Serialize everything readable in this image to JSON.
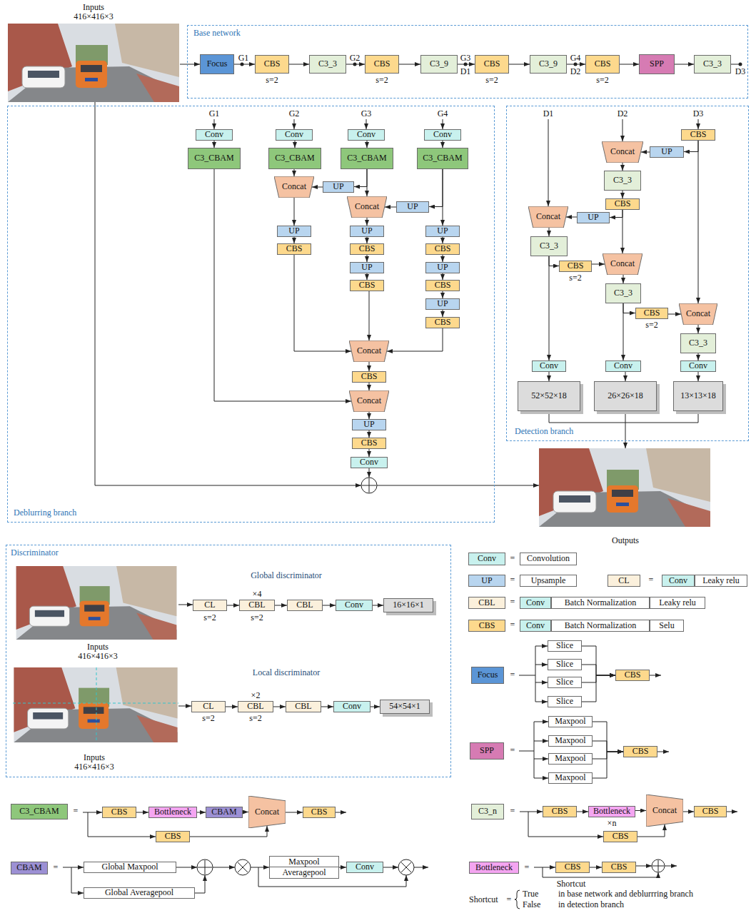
{
  "diagram": {
    "nodes": [
      {
        "text": [
          "Base network"
        ]
      },
      {
        "text": [
          "Focus"
        ],
        "in": 0
      },
      {
        "text": [
          "CBS"
        ],
        "in": 0
      },
      {
        "text": [
          "C3_3"
        ],
        "in": 0
      },
      {
        "text": [
          "CBS"
        ],
        "in": 0
      },
      {
        "text": [
          "C3_9"
        ],
        "in": 0
      },
      {
        "text": [
          "CBS"
        ],
        "in": 0
      },
      {
        "text": [
          "C3_9"
        ],
        "in": 0
      },
      {
        "text": [
          "CBS"
        ],
        "in": 0
      },
      {
        "text": [
          "SPP"
        ],
        "in": 0
      },
      {
        "text": [
          "C3_3"
        ],
        "in": 0
      },
      {
        "text": [
          "Deblurring branch"
        ]
      },
      {
        "text": [
          "Conv"
        ],
        "in": 11
      },
      {
        "text": [
          "C3_CBAM"
        ],
        "in": 11
      },
      {
        "text": [
          "Conv"
        ],
        "in": 11
      },
      {
        "text": [
          "C3_CBAM"
        ],
        "in": 11
      },
      {
        "text": [
          "Conv"
        ],
        "in": 11
      },
      {
        "text": [
          "C3_CBAM"
        ],
        "in": 11
      },
      {
        "text": [
          "Conv"
        ],
        "in": 11
      },
      {
        "text": [
          "C3_CBAM"
        ],
        "in": 11
      },
      {
        "text": [
          "Concat"
        ],
        "in": 11
      },
      {
        "text": [
          "UP"
        ],
        "in": 11
      },
      {
        "text": [
          "Concat"
        ],
        "in": 11
      },
      {
        "text": [
          "UP"
        ],
        "in": 11
      },
      {
        "text": [
          "UP"
        ],
        "in": 11
      },
      {
        "text": [
          "CBS"
        ],
        "in": 11
      },
      {
        "text": [
          "UP"
        ],
        "in": 11
      },
      {
        "text": [
          "CBS"
        ],
        "in": 11
      },
      {
        "text": [
          "UP"
        ],
        "in": 11
      },
      {
        "text": [
          "CBS"
        ],
        "in": 11
      },
      {
        "text": [
          "UP"
        ],
        "in": 11
      },
      {
        "text": [
          "CBS"
        ],
        "in": 11
      },
      {
        "text": [
          "UP"
        ],
        "in": 11
      },
      {
        "text": [
          "CBS"
        ],
        "in": 11
      },
      {
        "text": [
          "UP"
        ],
        "in": 11
      },
      {
        "text": [
          "CBS"
        ],
        "in": 11
      },
      {
        "text": [
          "Concat"
        ],
        "in": 11
      },
      {
        "text": [
          "CBS"
        ],
        "in": 11
      },
      {
        "text": [
          "Concat"
        ],
        "in": 11
      },
      {
        "text": [
          "UP"
        ],
        "in": 11
      },
      {
        "text": [
          "CBS"
        ],
        "in": 11
      },
      {
        "text": [
          "Conv"
        ],
        "in": 11
      },
      {
        "text": [
          "Detection branch"
        ]
      },
      {
        "text": [
          "CBS"
        ],
        "in": 42
      },
      {
        "text": [
          "Concat"
        ],
        "in": 42
      },
      {
        "text": [
          "UP"
        ],
        "in": 42
      },
      {
        "text": [
          "C3_3"
        ],
        "in": 42
      },
      {
        "text": [
          "CBS"
        ],
        "in": 42
      },
      {
        "text": [
          "UP"
        ],
        "in": 42
      },
      {
        "text": [
          "Concat"
        ],
        "in": 42
      },
      {
        "text": [
          "C3_3"
        ],
        "in": 42
      },
      {
        "text": [
          "CBS"
        ],
        "in": 42
      },
      {
        "text": [
          "Concat"
        ],
        "in": 42
      },
      {
        "text": [
          "C3_3"
        ],
        "in": 42
      },
      {
        "text": [
          "CBS"
        ],
        "in": 42
      },
      {
        "text": [
          "Concat"
        ],
        "in": 42
      },
      {
        "text": [
          "C3_3"
        ],
        "in": 42
      },
      {
        "text": [
          "Conv"
        ],
        "in": 42
      },
      {
        "text": [
          "Conv"
        ],
        "in": 42
      },
      {
        "text": [
          "Conv"
        ],
        "in": 42
      },
      {
        "text": [
          "52×52×18"
        ],
        "in": 42
      },
      {
        "text": [
          "26×26×18"
        ],
        "in": 42
      },
      {
        "text": [
          "13×13×18"
        ],
        "in": 42
      },
      {
        "text": [
          "Discriminator"
        ]
      },
      {
        "text": [
          "CL"
        ],
        "in": 63
      },
      {
        "text": [
          "CBL"
        ],
        "in": 63
      },
      {
        "text": [
          "CBL"
        ],
        "in": 63
      },
      {
        "text": [
          "Conv"
        ],
        "in": 63
      },
      {
        "text": [
          "16×16×1"
        ],
        "in": 63
      },
      {
        "text": [
          "CL"
        ],
        "in": 63
      },
      {
        "text": [
          "CBL"
        ],
        "in": 63
      },
      {
        "text": [
          "CBL"
        ],
        "in": 63
      },
      {
        "text": [
          "Conv"
        ],
        "in": 63
      },
      {
        "text": [
          "54×54×1"
        ],
        "in": 63
      },
      {
        "text": [
          "Conv"
        ]
      },
      {
        "text": [
          "Convolution"
        ]
      },
      {
        "text": [
          "UP"
        ]
      },
      {
        "text": [
          "Upsample"
        ]
      },
      {
        "text": [
          "CL"
        ]
      },
      {
        "text": [
          "Conv"
        ]
      },
      {
        "text": [
          "Leaky relu"
        ]
      },
      {
        "text": [
          "CBL"
        ]
      },
      {
        "text": [
          "Conv"
        ]
      },
      {
        "text": [
          "Batch Normalization"
        ]
      },
      {
        "text": [
          "Leaky relu"
        ]
      },
      {
        "text": [
          "CBS"
        ]
      },
      {
        "text": [
          "Conv"
        ]
      },
      {
        "text": [
          "Batch Normalization"
        ]
      },
      {
        "text": [
          "Selu"
        ]
      },
      {
        "text": [
          "Focus"
        ]
      },
      {
        "text": [
          "Slice"
        ]
      },
      {
        "text": [
          "Slice"
        ]
      },
      {
        "text": [
          "Slice"
        ]
      },
      {
        "text": [
          "Slice"
        ]
      },
      {
        "text": [
          "CBS"
        ]
      },
      {
        "text": [
          "SPP"
        ]
      },
      {
        "text": [
          "Maxpool"
        ]
      },
      {
        "text": [
          "Maxpool"
        ]
      },
      {
        "text": [
          "Maxpool"
        ]
      },
      {
        "text": [
          "Maxpool"
        ]
      },
      {
        "text": [
          "CBS"
        ]
      },
      {
        "text": [
          "C3_CBAM"
        ]
      },
      {
        "text": [
          "CBS"
        ]
      },
      {
        "text": [
          "Bottleneck"
        ]
      },
      {
        "text": [
          "CBAM"
        ]
      },
      {
        "text": [
          "Concat"
        ]
      },
      {
        "text": [
          "CBS"
        ]
      },
      {
        "text": [
          "CBS"
        ]
      },
      {
        "text": [
          "C3_n"
        ]
      },
      {
        "text": [
          "CBS"
        ]
      },
      {
        "text": [
          "Bottleneck"
        ]
      },
      {
        "text": [
          "Concat"
        ]
      },
      {
        "text": [
          "CBS"
        ]
      },
      {
        "text": [
          "CBS"
        ]
      },
      {
        "text": [
          "CBAM"
        ]
      },
      {
        "text": [
          "Global Maxpool"
        ]
      },
      {
        "text": [
          "Global Averagepool"
        ]
      },
      {
        "text": [
          "Maxpool",
          "Averagepool"
        ]
      },
      {
        "text": [
          "Conv"
        ]
      },
      {
        "text": [
          "Bottleneck"
        ]
      },
      {
        "text": [
          "CBS"
        ]
      },
      {
        "text": [
          "CBS"
        ]
      }
    ],
    "edges": [
      {
        "from": 1,
        "to": 2,
        "arrow": "to"
      },
      {
        "from": 2,
        "to": 3,
        "arrow": "to"
      },
      {
        "from": 3,
        "to": 4,
        "arrow": "to"
      },
      {
        "from": 4,
        "to": 5,
        "arrow": "to"
      },
      {
        "from": 5,
        "to": 6,
        "arrow": "to"
      },
      {
        "from": 6,
        "to": 7,
        "arrow": "to"
      },
      {
        "from": 7,
        "to": 8,
        "arrow": "to"
      },
      {
        "from": 8,
        "to": 9,
        "arrow": "to"
      },
      {
        "from": 9,
        "to": 10,
        "arrow": "to"
      },
      {
        "from": 12,
        "to": 13,
        "arrow": "to"
      },
      {
        "from": 14,
        "to": 15,
        "arrow": "to"
      },
      {
        "from": 16,
        "to": 17,
        "arrow": "to"
      },
      {
        "from": 18,
        "to": 19,
        "arrow": "to"
      },
      {
        "from": 15,
        "to": 20,
        "arrow": "to"
      },
      {
        "from": 17,
        "to": 21,
        "arrow": "to"
      },
      {
        "from": 17,
        "to": 22,
        "arrow": "to"
      },
      {
        "from": 21,
        "to": 20,
        "arrow": "to"
      },
      {
        "from": 19,
        "to": 23,
        "arrow": "to"
      },
      {
        "from": 19,
        "to": 30,
        "arrow": "to"
      },
      {
        "from": 23,
        "to": 22,
        "arrow": "to"
      },
      {
        "from": 20,
        "to": 24,
        "arrow": "to"
      },
      {
        "from": 24,
        "to": 25,
        "arrow": "to"
      },
      {
        "from": 25,
        "to": 36,
        "arrow": "to"
      },
      {
        "from": 22,
        "to": 26,
        "arrow": "to"
      },
      {
        "from": 26,
        "to": 27,
        "arrow": "to"
      },
      {
        "from": 27,
        "to": 28,
        "arrow": "to"
      },
      {
        "from": 28,
        "to": 29,
        "arrow": "to"
      },
      {
        "from": 29,
        "to": 36,
        "arrow": "to"
      },
      {
        "from": 30,
        "to": 31,
        "arrow": "to"
      },
      {
        "from": 31,
        "to": 32,
        "arrow": "to"
      },
      {
        "from": 32,
        "to": 33,
        "arrow": "to"
      },
      {
        "from": 33,
        "to": 34,
        "arrow": "to"
      },
      {
        "from": 34,
        "to": 35,
        "arrow": "to"
      },
      {
        "from": 35,
        "to": 36,
        "arrow": "to"
      },
      {
        "from": 36,
        "to": 37,
        "arrow": "to"
      },
      {
        "from": 37,
        "to": 38,
        "arrow": "to"
      },
      {
        "from": 13,
        "to": 38,
        "arrow": "to"
      },
      {
        "from": 38,
        "to": 39,
        "arrow": "to"
      },
      {
        "from": 39,
        "to": 40,
        "arrow": "to"
      },
      {
        "from": 40,
        "to": 41,
        "arrow": "to"
      },
      {
        "from": 43,
        "to": 45,
        "arrow": "to"
      },
      {
        "from": 45,
        "to": 44,
        "arrow": "to"
      },
      {
        "from": 43,
        "to": 55,
        "arrow": "to"
      },
      {
        "from": 44,
        "to": 46,
        "arrow": "to"
      },
      {
        "from": 46,
        "to": 47,
        "arrow": "to"
      },
      {
        "from": 47,
        "to": 48,
        "arrow": "to"
      },
      {
        "from": 48,
        "to": 49,
        "arrow": "to"
      },
      {
        "from": 47,
        "to": 52,
        "arrow": "to"
      },
      {
        "from": 49,
        "to": 50,
        "arrow": "to"
      },
      {
        "from": 50,
        "to": 51,
        "arrow": "to"
      },
      {
        "from": 51,
        "to": 52,
        "arrow": "to"
      },
      {
        "from": 50,
        "to": 57,
        "arrow": "to"
      },
      {
        "from": 52,
        "to": 53,
        "arrow": "to"
      },
      {
        "from": 53,
        "to": 54,
        "arrow": "to"
      },
      {
        "from": 54,
        "to": 55,
        "arrow": "to"
      },
      {
        "from": 53,
        "to": 58,
        "arrow": "to"
      },
      {
        "from": 55,
        "to": 56,
        "arrow": "to"
      },
      {
        "from": 56,
        "to": 59,
        "arrow": "to"
      },
      {
        "from": 57,
        "to": 60,
        "arrow": "to"
      },
      {
        "from": 58,
        "to": 61,
        "arrow": "to"
      },
      {
        "from": 59,
        "to": 62,
        "arrow": "to"
      },
      {
        "from": 64,
        "to": 65,
        "arrow": "to"
      },
      {
        "from": 65,
        "to": 66,
        "arrow": "to"
      },
      {
        "from": 66,
        "to": 67,
        "arrow": "to"
      },
      {
        "from": 67,
        "to": 68,
        "arrow": "to"
      },
      {
        "from": 69,
        "to": 70,
        "arrow": "to"
      },
      {
        "from": 70,
        "to": 71,
        "arrow": "to"
      },
      {
        "from": 71,
        "to": 72,
        "arrow": "to"
      },
      {
        "from": 72,
        "to": 73,
        "arrow": "to"
      },
      {
        "from": 90,
        "to": 94,
        "arrow": "to"
      },
      {
        "from": 91,
        "to": 94,
        "arrow": "to"
      },
      {
        "from": 92,
        "to": 94,
        "arrow": "to"
      },
      {
        "from": 93,
        "to": 94,
        "arrow": "to"
      },
      {
        "from": 96,
        "to": 100,
        "arrow": "to"
      },
      {
        "from": 97,
        "to": 100,
        "arrow": "to"
      },
      {
        "from": 98,
        "to": 100,
        "arrow": "to"
      },
      {
        "from": 99,
        "to": 100,
        "arrow": "to"
      },
      {
        "from": 102,
        "to": 103,
        "arrow": "to"
      },
      {
        "from": 103,
        "to": 104,
        "arrow": "to"
      },
      {
        "from": 104,
        "to": 105,
        "arrow": "to"
      },
      {
        "from": 107,
        "to": 105,
        "arrow": "to"
      },
      {
        "from": 105,
        "to": 106,
        "arrow": "to"
      },
      {
        "from": 109,
        "to": 110,
        "arrow": "to"
      },
      {
        "from": 110,
        "to": 111,
        "arrow": "to"
      },
      {
        "from": 113,
        "to": 111,
        "arrow": "to"
      },
      {
        "from": 111,
        "to": 112,
        "arrow": "to"
      },
      {
        "from": 117,
        "to": 118,
        "arrow": "to"
      },
      {
        "from": 120,
        "to": 121,
        "arrow": "to"
      }
    ],
    "labels": [
      "Inputs 416×416×3",
      "G1",
      "G2",
      "G3",
      "D1",
      "G4",
      "D2",
      "D3",
      "s=2",
      "s=2",
      "s=2",
      "s=2",
      "G1",
      "G2",
      "G3",
      "G4",
      "D1",
      "D2",
      "D3",
      "s=2",
      "s=2",
      "Outputs",
      "Global discriminator",
      "×4",
      "s=2",
      "s=2",
      "Inputs 416×416×3",
      "Local discriminator",
      "×2",
      "s=2",
      "s=2",
      "Inputs 416×416×3",
      "=",
      "=",
      "=",
      "=",
      "=",
      "=",
      "=",
      "=",
      "=",
      "×n",
      "=",
      "=",
      "Shortcut",
      "Shortcut",
      "=",
      "True",
      "in base network and deblurrring branch",
      "False",
      "in detection branch"
    ]
  }
}
